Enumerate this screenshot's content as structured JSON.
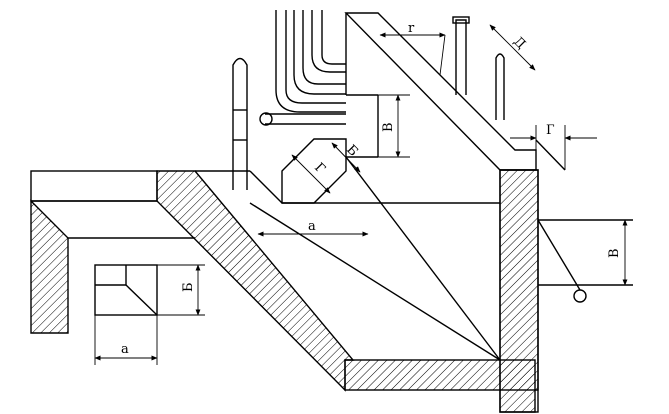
{
  "diagram": {
    "labels": {
      "a_pipe_offset": "a",
      "a_small_box": "a",
      "b_small_box": "Б",
      "v_upper": "В",
      "v_right": "В",
      "g_upper": "Г",
      "g_right": "Г",
      "r_top": "r",
      "d_top": "Д",
      "b_diag": "Б"
    }
  }
}
